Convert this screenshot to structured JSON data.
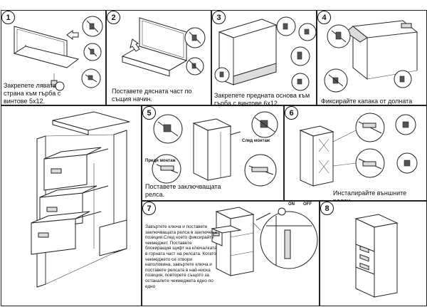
{
  "steps": [
    {
      "number": "1",
      "caption": "Закрепете лявата страна към гърба с винтове 5x12."
    },
    {
      "number": "2",
      "caption": "Поставете дясната част по същия начин."
    },
    {
      "number": "3",
      "caption": "Закрепете предната основа към гърба с винтове 6x12."
    },
    {
      "number": "4",
      "caption": "Фиксирайте капака от долната част."
    },
    {
      "number": "5",
      "caption": "Поставете заключващата релса.",
      "label_before": "Преди монтаж",
      "label_after": "След монтаж"
    },
    {
      "number": "6",
      "caption": "Инсталирайте външните релси."
    },
    {
      "number": "7",
      "caption": "Завъртете ключа и поставете заключващата релса в заключена позиция.След което фиксирайте чекмеджет. Поставете блокиращия щифт на ключалката в горната част на релсата. Когато чекмеджето се отвори наполовина, завъртете ключа и поставете релсата в най-ниска позиция, повторете същото за останалите чекмеджета едно по едно",
      "label_on": "ON",
      "label_off": "OFF"
    },
    {
      "number": "8",
      "caption": ""
    }
  ]
}
